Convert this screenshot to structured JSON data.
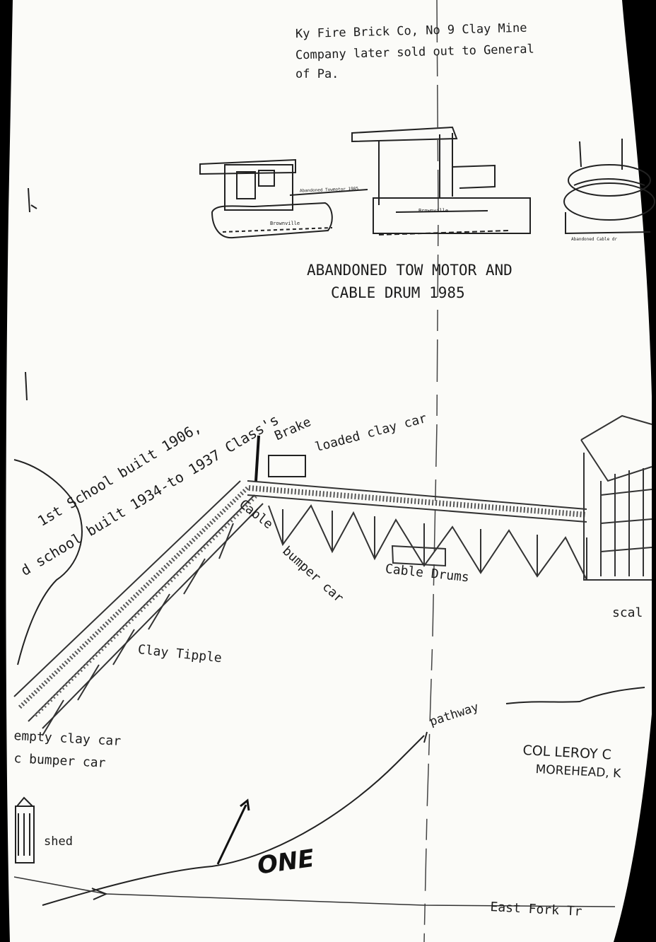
{
  "header": {
    "line1": "Ky Fire Brick Co, No 9 Clay Mine",
    "line2": "Company later sold out to General",
    "line3": "of Pa."
  },
  "caption": {
    "line1": "ABANDONED TOW MOTOR AND",
    "line2": "CABLE DRUM  1985"
  },
  "sketch_labels": {
    "tow_motor": "Abandoned Towmotor 1985",
    "cable_drum_small": "Abandoned Cable dr",
    "maker_left": "Brownville",
    "maker_right": "Brownville"
  },
  "map_labels": {
    "school_1": "1st School built 1906,",
    "school_2": "d school built 1934-to 1937 Class's",
    "brake": "Brake",
    "loaded_clay_car": "loaded clay car",
    "cable": "Cable",
    "bumper_car": "bumper car",
    "cable_drums": "Cable Drums",
    "scale": "scal",
    "clay_tipple": "Clay Tipple",
    "pathway": "pathway",
    "empty_clay_car": "empty clay car",
    "bumper_car_2": "c bumper car",
    "col_leroy": "COL LEROY C",
    "morehead": "MOREHEAD, K",
    "shed": "shed",
    "one": "ONE",
    "east_fork": "East Fork Tr"
  }
}
